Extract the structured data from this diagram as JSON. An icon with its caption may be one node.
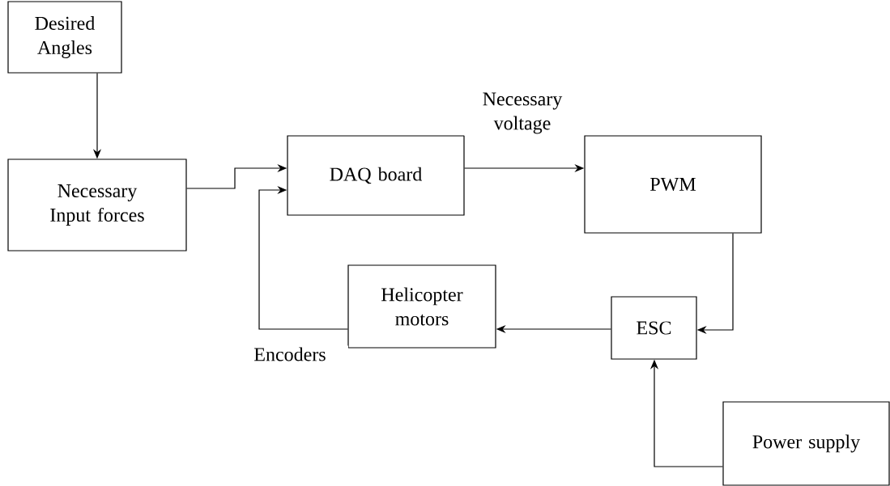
{
  "diagram": {
    "nodes": [
      {
        "text": [
          "Desired Angles"
        ]
      },
      {
        "text": [
          "Necessary Input forces"
        ]
      },
      {
        "text": [
          "DAQ board"
        ]
      },
      {
        "text": [
          "PWM"
        ]
      },
      {
        "text": [
          "Helicopter motors"
        ]
      },
      {
        "text": [
          "ESC"
        ]
      },
      {
        "text": [
          "Power supply"
        ]
      }
    ],
    "edges": [
      {
        "from": 0,
        "to": 1,
        "arrow": "to"
      },
      {
        "from": 1,
        "to": 2,
        "arrow": "to"
      },
      {
        "from": 2,
        "to": 3,
        "arrow": "to",
        "label": "Necessary voltage"
      },
      {
        "from": 3,
        "to": 5,
        "arrow": "to"
      },
      {
        "from": 5,
        "to": 4,
        "arrow": "to"
      },
      {
        "from": 4,
        "to": 2,
        "arrow": "to",
        "label": "Encoders"
      },
      {
        "from": 6,
        "to": 5,
        "arrow": "to"
      }
    ]
  }
}
